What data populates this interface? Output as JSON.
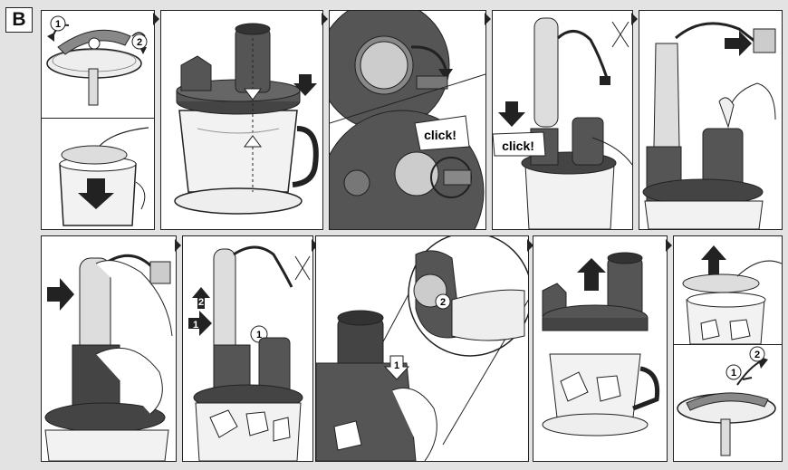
{
  "section_label": "B",
  "step_numbers": {
    "one": "1",
    "two": "2"
  },
  "click_text": "click!"
}
